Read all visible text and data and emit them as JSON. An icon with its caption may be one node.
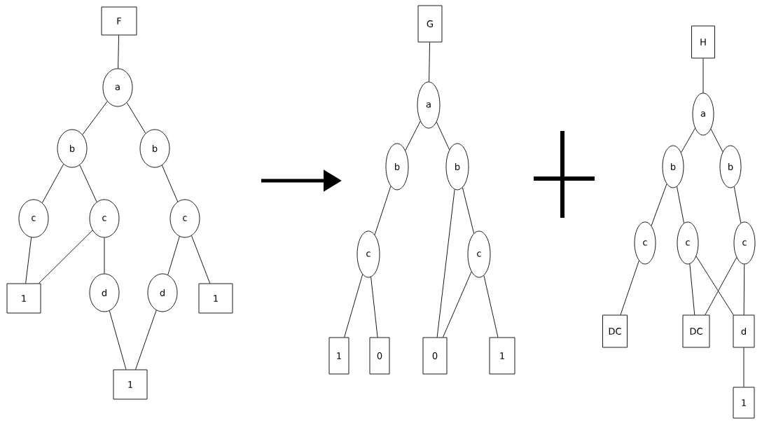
{
  "diagram": {
    "nodes": [
      {
        "text": [
          "F"
        ]
      },
      {
        "text": [
          "a"
        ]
      },
      {
        "text": [
          "b"
        ]
      },
      {
        "text": [
          "b"
        ]
      },
      {
        "text": [
          "c"
        ]
      },
      {
        "text": [
          "c"
        ]
      },
      {
        "text": [
          "c"
        ]
      },
      {
        "text": [
          "1"
        ]
      },
      {
        "text": [
          "d"
        ]
      },
      {
        "text": [
          "d"
        ]
      },
      {
        "text": [
          "1"
        ]
      },
      {
        "text": [
          "1"
        ]
      },
      {
        "text": [
          "G"
        ]
      },
      {
        "text": [
          "a"
        ]
      },
      {
        "text": [
          "b"
        ]
      },
      {
        "text": [
          "b"
        ]
      },
      {
        "text": [
          "c"
        ]
      },
      {
        "text": [
          "c"
        ]
      },
      {
        "text": [
          "1"
        ]
      },
      {
        "text": [
          "0"
        ]
      },
      {
        "text": [
          "0"
        ]
      },
      {
        "text": [
          "1"
        ]
      },
      {
        "text": [
          "H"
        ]
      },
      {
        "text": [
          "a"
        ]
      },
      {
        "text": [
          "b"
        ]
      },
      {
        "text": [
          "b"
        ]
      },
      {
        "text": [
          "c"
        ]
      },
      {
        "text": [
          "c"
        ]
      },
      {
        "text": [
          "c"
        ]
      },
      {
        "text": [
          "DC"
        ]
      },
      {
        "text": [
          "DC"
        ]
      },
      {
        "text": [
          "d"
        ]
      },
      {
        "text": [
          "1"
        ]
      }
    ],
    "edges": [
      {
        "from": 0,
        "to": 1,
        "arrow": "none"
      },
      {
        "from": 1,
        "to": 2,
        "arrow": "none"
      },
      {
        "from": 1,
        "to": 3,
        "arrow": "none"
      },
      {
        "from": 2,
        "to": 4,
        "arrow": "none"
      },
      {
        "from": 2,
        "to": 5,
        "arrow": "none"
      },
      {
        "from": 3,
        "to": 6,
        "arrow": "none"
      },
      {
        "from": 4,
        "to": 7,
        "arrow": "none"
      },
      {
        "from": 5,
        "to": 7,
        "arrow": "none"
      },
      {
        "from": 5,
        "to": 8,
        "arrow": "none"
      },
      {
        "from": 6,
        "to": 9,
        "arrow": "none"
      },
      {
        "from": 6,
        "to": 10,
        "arrow": "none"
      },
      {
        "from": 8,
        "to": 11,
        "arrow": "none"
      },
      {
        "from": 9,
        "to": 11,
        "arrow": "none"
      },
      {
        "from": 12,
        "to": 13,
        "arrow": "none"
      },
      {
        "from": 13,
        "to": 14,
        "arrow": "none"
      },
      {
        "from": 13,
        "to": 15,
        "arrow": "none"
      },
      {
        "from": 14,
        "to": 16,
        "arrow": "none"
      },
      {
        "from": 16,
        "to": 18,
        "arrow": "none"
      },
      {
        "from": 16,
        "to": 19,
        "arrow": "none"
      },
      {
        "from": 15,
        "to": 20,
        "arrow": "none"
      },
      {
        "from": 15,
        "to": 17,
        "arrow": "none"
      },
      {
        "from": 17,
        "to": 20,
        "arrow": "none"
      },
      {
        "from": 17,
        "to": 21,
        "arrow": "none"
      },
      {
        "from": 22,
        "to": 23,
        "arrow": "none"
      },
      {
        "from": 23,
        "to": 24,
        "arrow": "none"
      },
      {
        "from": 23,
        "to": 25,
        "arrow": "none"
      },
      {
        "from": 24,
        "to": 26,
        "arrow": "none"
      },
      {
        "from": 24,
        "to": 27,
        "arrow": "none"
      },
      {
        "from": 25,
        "to": 28,
        "arrow": "none"
      },
      {
        "from": 26,
        "to": 29,
        "arrow": "none"
      },
      {
        "from": 27,
        "to": 30,
        "arrow": "none"
      },
      {
        "from": 27,
        "to": 31,
        "arrow": "none"
      },
      {
        "from": 28,
        "to": 30,
        "arrow": "none"
      },
      {
        "from": 28,
        "to": 31,
        "arrow": "none"
      },
      {
        "from": 31,
        "to": 32,
        "arrow": "none"
      }
    ]
  }
}
